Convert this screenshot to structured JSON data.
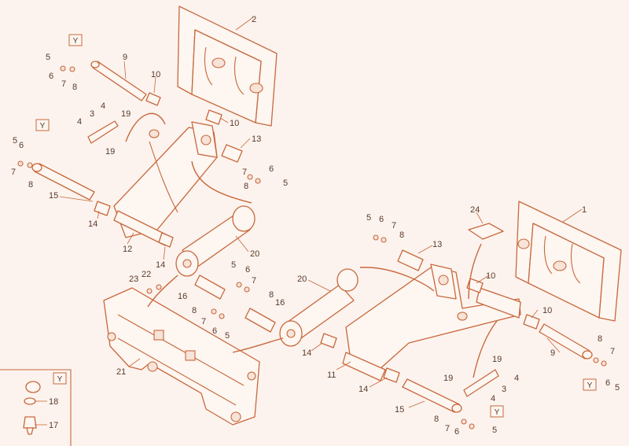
{
  "diagram": {
    "colors": {
      "stroke": "#c8683c",
      "fill": "#fdf6f1",
      "background": "#fcf3ee",
      "text": "#5a3a2a"
    },
    "callouts": {
      "c1": "1",
      "c2": "2",
      "c3a": "3",
      "c3b": "3",
      "c4a": "4",
      "c4b": "4",
      "c4c": "4",
      "c4d": "4",
      "c5a": "5",
      "c5b": "5",
      "c5c": "5",
      "c5d": "5",
      "c5e": "5",
      "c5f": "5",
      "c5g": "5",
      "c5h": "5",
      "c6a": "6",
      "c6b": "6",
      "c6c": "6",
      "c6d": "6",
      "c6e": "6",
      "c6f": "6",
      "c6g": "6",
      "c6h": "6",
      "c7a": "7",
      "c7b": "7",
      "c7c": "7",
      "c7d": "7",
      "c7e": "7",
      "c7f": "7",
      "c7g": "7",
      "c7h": "7",
      "c8a": "8",
      "c8b": "8",
      "c8c": "8",
      "c8d": "8",
      "c8e": "8",
      "c8f": "8",
      "c8g": "8",
      "c8h": "8",
      "c9a": "9",
      "c9b": "9",
      "c10a": "10",
      "c10b": "10",
      "c10c": "10",
      "c10d": "10",
      "c11": "11",
      "c12": "12",
      "c13a": "13",
      "c13b": "13",
      "c14a": "14",
      "c14b": "14",
      "c14c": "14",
      "c14d": "14",
      "c15a": "15",
      "c15b": "15",
      "c16a": "16",
      "c16b": "16",
      "c17": "17",
      "c18": "18",
      "c19a": "19",
      "c19b": "19",
      "c19c": "19",
      "c19d": "19",
      "c20a": "20",
      "c20b": "20",
      "c21": "21",
      "c22": "22",
      "c23": "23",
      "c24": "24"
    },
    "ref_markers": {
      "y1": "Y",
      "y2": "Y",
      "y3": "Y",
      "y4": "Y",
      "y5": "Y"
    }
  }
}
